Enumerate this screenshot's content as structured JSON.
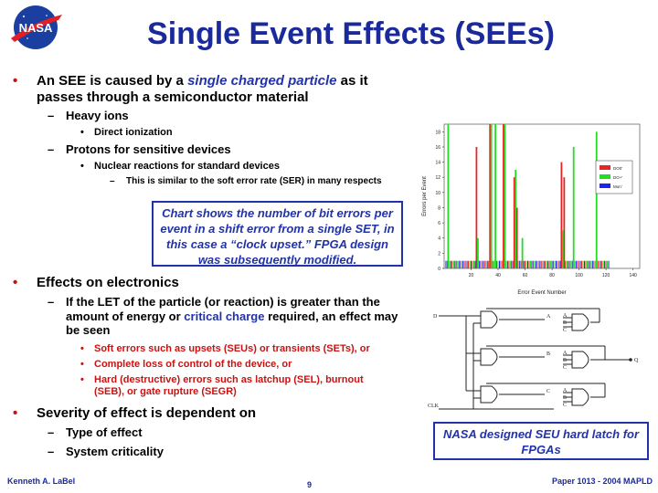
{
  "slide": {
    "title": "Single Event Effects (SEEs)",
    "logo_text": "NASA",
    "bullets": {
      "see_pre": "An SEE is caused by a ",
      "see_em": "single charged particle",
      "see_post": " as it passes through a semiconductor material",
      "heavy_ions": "Heavy ions",
      "direct_ionization": "Direct ionization",
      "protons": "Protons for sensitive devices",
      "nuclear": "Nuclear reactions for standard devices",
      "similar": "This is similar to the soft error rate (SER) in many respects",
      "effects": "Effects on electronics",
      "let_pre": "If the LET of the particle (or reaction) is greater than the amount of energy or ",
      "let_em": "critical charge",
      "let_post": " required, an effect may be seen",
      "soft_errors": "Soft errors such as upsets (SEUs) or transients (SETs), or",
      "loss_control": "Complete loss of control of the device, or",
      "hard_errors": "Hard (destructive) errors such as latchup (SEL), burnout (SEB), or gate rupture (SEGR)",
      "severity": "Severity of effect is dependent on",
      "type_effect": "Type of effect",
      "criticality": "System criticality"
    },
    "callout": "Chart shows the number of bit errors per event in a shift error from a single SET, in this case a “clock upset.” FPGA design was subsequently modified.",
    "latch_caption": "NASA designed SEU hard latch for FPGAs",
    "latch_labels": {
      "d": "D",
      "clk": "CLK",
      "q": "Q",
      "a": "A",
      "b": "B",
      "c": "C"
    },
    "footer": {
      "author": "Kenneth A. LaBel",
      "page": "9",
      "paper": "Paper 1013 - 2004 MAPLD"
    },
    "colors": {
      "title": "#1a2a9c",
      "accent_blue": "#2233aa",
      "red_text": "#cc1111",
      "series_red": "#ee2222",
      "series_green": "#22dd22",
      "series_blue": "#2222ee"
    }
  },
  "chart_data": {
    "type": "bar",
    "xlabel": "Error Event Number",
    "ylabel": "Errors per Event",
    "xlim": [
      0,
      145
    ],
    "ylim": [
      0,
      19
    ],
    "x_ticks": [
      20,
      40,
      60,
      80,
      100,
      120,
      140
    ],
    "y_ticks": [
      0,
      2,
      4,
      6,
      8,
      10,
      12,
      14,
      16,
      18
    ],
    "legend_position": "right",
    "series": [
      {
        "name": "DO0'",
        "color": "#ee2222",
        "points": [
          [
            24,
            16
          ],
          [
            34,
            19
          ],
          [
            44,
            19
          ],
          [
            52,
            12
          ],
          [
            54,
            8
          ],
          [
            87,
            14
          ],
          [
            89,
            12
          ]
        ]
      },
      {
        "name": "DO+'",
        "color": "#22dd22",
        "points": [
          [
            3,
            19
          ],
          [
            25,
            4
          ],
          [
            35,
            19
          ],
          [
            38,
            19
          ],
          [
            45,
            19
          ],
          [
            53,
            13
          ],
          [
            58,
            4
          ],
          [
            88,
            5
          ],
          [
            96,
            16
          ],
          [
            113,
            18
          ]
        ]
      },
      {
        "name": "Mon'",
        "color": "#2222ee",
        "points": []
      }
    ]
  }
}
